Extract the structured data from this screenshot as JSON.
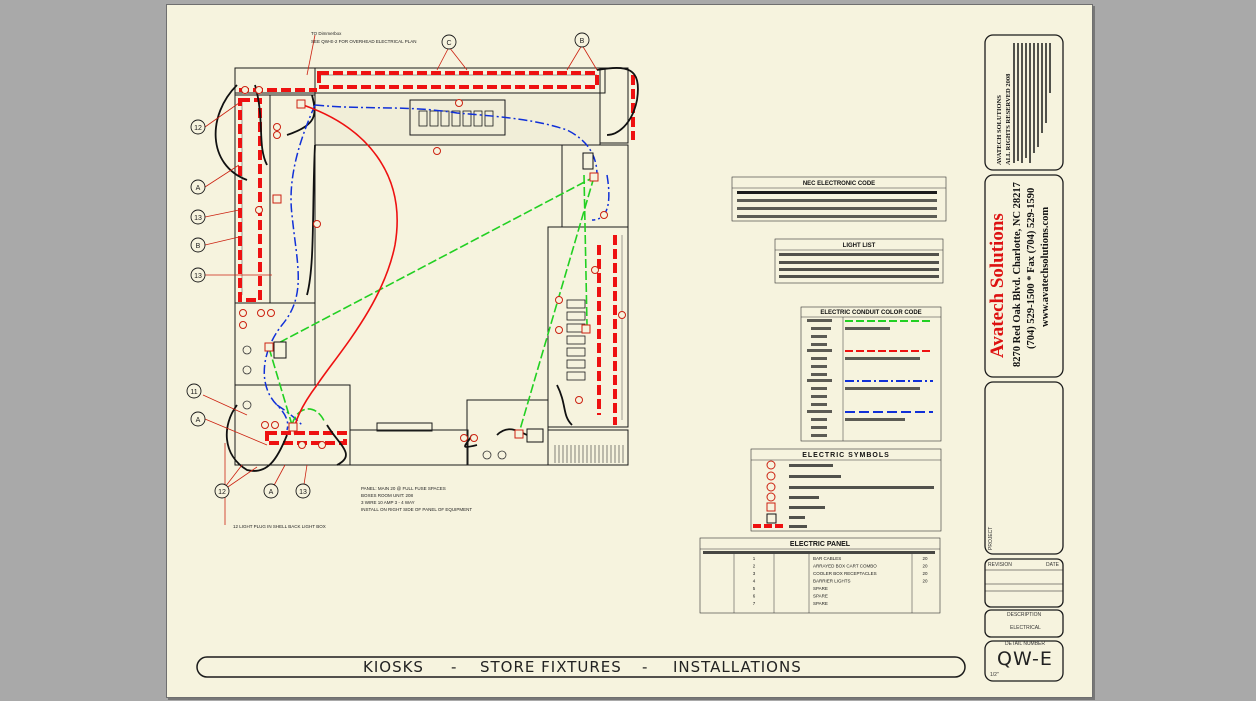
{
  "titleblock": {
    "copyright_line1": "AVATECH SOLUTIONS",
    "copyright_line2": "ALL RIGHTS RESERVED 2008",
    "company": "Avatech Solutions",
    "address": "8270 Red Oak Blvd. Charlotte, NC 28217",
    "phone": "(704) 529-1500 * Fax (704) 529-1590",
    "website": "www.avatechsolutions.com",
    "project_label": "PROJECT",
    "revision_label": "REVISION",
    "date_label": "DATE",
    "description_label": "DESCRIPTION",
    "description_value": "ELECTRICAL",
    "detail_label": "DETAIL NUMBER",
    "detail_number": "QW-E",
    "scale": "1/2\""
  },
  "banner": {
    "text1": "KIOSKS",
    "sep1": "-",
    "text2": "STORE FIXTURES",
    "sep2": "-",
    "text3": "INSTALLATIONS"
  },
  "callouts": {
    "c": "C",
    "b": "B",
    "a": "A",
    "n11": "11",
    "n12": "12",
    "n13": "13"
  },
  "tables": {
    "nec_title": "NEC ELECTRONIC CODE",
    "light_title": "LIGHT LIST",
    "conduit_title": "ELECTRIC CONDUIT COLOR CODE",
    "symbols_title": "ELECTRIC SYMBOLS",
    "panel_title": "ELECTRIC PANEL"
  },
  "panel_rows": [
    {
      "no": "1",
      "load": "BAR CABLES",
      "amps": "20"
    },
    {
      "no": "2",
      "load": "ARRAYED BOX CART COMBO",
      "amps": "20"
    },
    {
      "no": "3",
      "load": "COOLER BOX RECEPTACLES",
      "amps": "20"
    },
    {
      "no": "4",
      "load": "BARRIER LIGHTS",
      "amps": "20"
    },
    {
      "no": "5",
      "load": "SPARE",
      "amps": ""
    },
    {
      "no": "6",
      "load": "SPARE",
      "amps": ""
    },
    {
      "no": "7",
      "load": "SPARE",
      "amps": ""
    }
  ],
  "notes": {
    "panel_note1": "PANEL: MAIN 20 @ FULL FUSE SPACES",
    "panel_note2": "BOXES ROOM UNIT: 208",
    "panel_note3": "3 WIRE 10 AMP 3 - 4 WAY",
    "panel_note4": "INSTALL ON RIGHT SIDE OF PANEL OF EQUIPMENT",
    "top_note1": "TO Dimmerbox",
    "top_note2": "SEE QW-E-2 FOR OVERHEAD ELECTRICAL PLAN",
    "bottom_note": "12 LIGHT PLUG IN SHELL BACK LIGHT BOX"
  },
  "colors": {
    "sheet": "#f6f3de",
    "red": "#ee1111",
    "green": "#22d022",
    "blue": "#1030d8",
    "ink": "#1b1b1b",
    "company_red": "#dd1111"
  }
}
